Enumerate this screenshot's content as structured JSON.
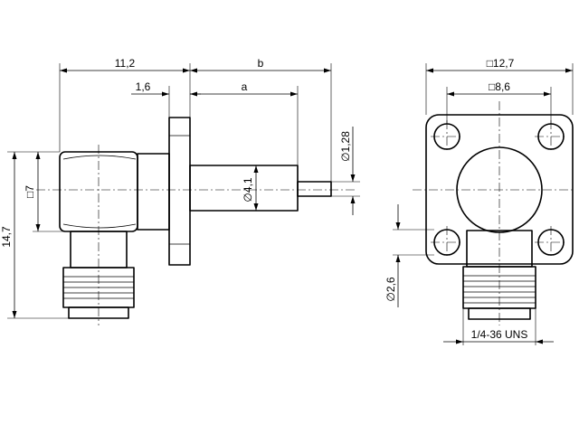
{
  "dimensions": {
    "side_view": {
      "width_label": "11,2",
      "flange_label": "1,6",
      "length_b": "b",
      "length_a": "a",
      "body_square": "□7",
      "overall_height": "14,7",
      "body_diameter": "∅4,1",
      "pin_diameter": "∅1,28"
    },
    "front_view": {
      "flange_square": "□12,7",
      "hole_spacing": "□8,6",
      "hole_diameter": "∅2,6",
      "thread": "1/4-36 UNS"
    }
  }
}
